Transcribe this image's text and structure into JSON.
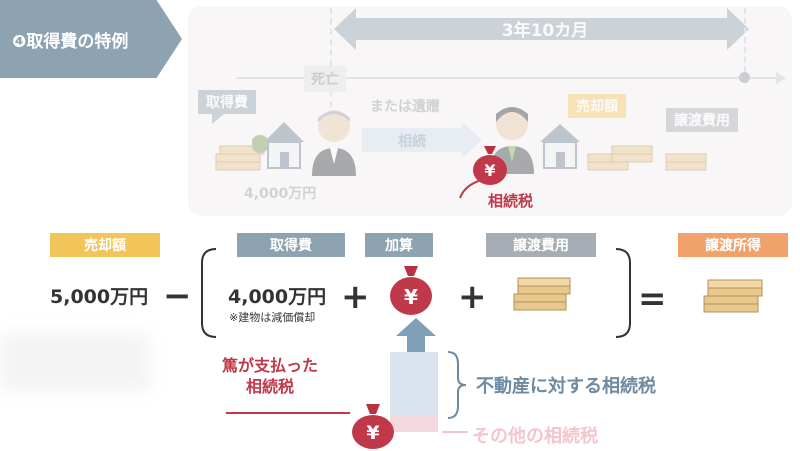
{
  "title": "❹取得費の特例",
  "timeline": {
    "duration_label": "3年10カ月",
    "death_label": "死亡",
    "or_bequest_label": "または遺贈",
    "inheritance_label": "相続",
    "acquisition_cost_tag": "取得費",
    "acquisition_amount": "4,000万円",
    "sale_amount_tag": "売却額",
    "transfer_cost_tag": "譲渡費用",
    "inheritance_tax_label": "相続税"
  },
  "formula": {
    "sale_amount_tag": "売却額",
    "sale_amount_value": "5,000万円",
    "minus": "−",
    "acquisition_cost_tag": "取得費",
    "acquisition_cost_value": "4,000万円",
    "building_note": "※建物は減価償却",
    "plus_1": "+",
    "addition_tag": "加算",
    "plus_2": "+",
    "transfer_cost_tag": "譲渡費用",
    "equals": "=",
    "transfer_income_tag": "譲渡所得",
    "yen_symbol": "¥"
  },
  "breakdown": {
    "paid_tax_line1": "篤が支払った",
    "paid_tax_line2": "相続税",
    "real_estate_tax_label": "不動産に対する相続税",
    "other_tax_label": "その他の相続税",
    "yen_symbol": "¥"
  },
  "colors": {
    "banner": "#8da3b1",
    "yellow_tag": "#f2c55b",
    "orange_tag": "#f0a26a",
    "gray_tag": "#a7adb5",
    "tax_red": "#c0394a",
    "real_estate_blue": "#6d8aa1",
    "other_pink": "#f2c6cc"
  }
}
